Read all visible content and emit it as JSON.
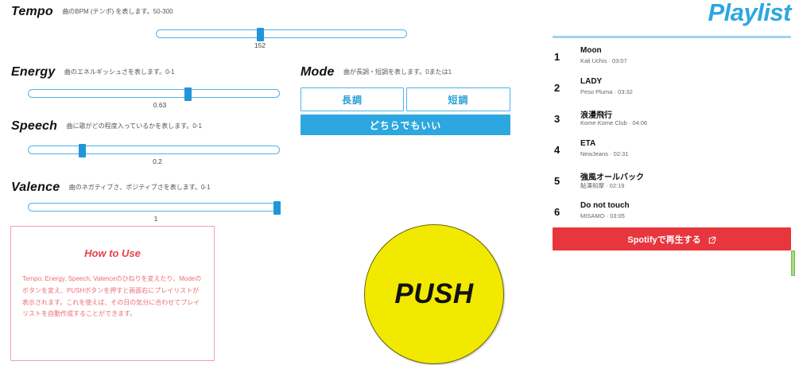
{
  "params": [
    {
      "name": "Tempo",
      "desc": "曲のBPM (テンポ) を表します。50-300",
      "value": "152",
      "min": 50,
      "max": 300,
      "numeric": 152
    },
    {
      "name": "Energy",
      "desc": "曲のエネルギッシュさを表します。0-1",
      "value": "0.63",
      "min": 0,
      "max": 1,
      "numeric": 0.63
    },
    {
      "name": "Speech",
      "desc": "曲に歌がどの程度入っているかを表します。0-1",
      "value": "0.2",
      "min": 0,
      "max": 1,
      "numeric": 0.2
    },
    {
      "name": "Valence",
      "desc": "曲のネガティブさ、ポジティブさを表します。0-1",
      "value": "1",
      "min": 0,
      "max": 1,
      "numeric": 1
    }
  ],
  "mode": {
    "name": "Mode",
    "desc": "曲が長調・短調を表します。0または1",
    "major_label": "長調",
    "minor_label": "短調",
    "either_label": "どちらでもいい",
    "selected": "either"
  },
  "howto": {
    "title": "How to Use",
    "body": "Tempo, Energy, Speech, Valenceのひねりを変えたり、Modeのボタンを変え、PUSHボタンを押すと画面右にプレイリストが表示されます。これを使えば、その日の気分に合わせてプレイリストを自動作成することができます。"
  },
  "push": {
    "label": "PUSH"
  },
  "playlist": {
    "title": "Playlist",
    "tracks": [
      {
        "num": "1",
        "title": "Moon",
        "meta": "Kali Uchis · 03:07"
      },
      {
        "num": "2",
        "title": "LADY",
        "meta": "Peso Pluma · 03:32"
      },
      {
        "num": "3",
        "title": "浪漫飛行",
        "meta": "Kome Kome Club · 04:06"
      },
      {
        "num": "4",
        "title": "ETA",
        "meta": "NewJeans · 02:31"
      },
      {
        "num": "5",
        "title": "強風オールバック",
        "meta": "鮎澤和摩 · 02:19"
      },
      {
        "num": "6",
        "title": "Do not touch",
        "meta": "MISAMO · 03:05"
      }
    ],
    "spotify_button": "Spotifyで再生する",
    "spotify_icon": "external-link-icon"
  },
  "colors": {
    "accent_blue": "#2ca7e0",
    "track_border": "#4fb3e8",
    "push_yellow": "#f2e900",
    "spotify_red": "#e8363f",
    "howto_red": "#ef6d76",
    "green_edge": "#a9d884"
  }
}
